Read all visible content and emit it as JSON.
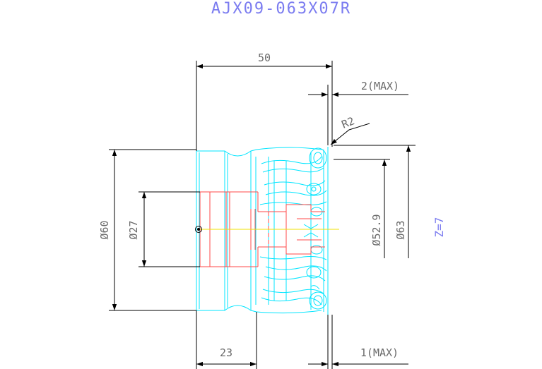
{
  "title": "AJX09-063X07R",
  "dimensions": {
    "overall_length": "50",
    "insert_protrusion": "2(MAX)",
    "corner_radius": "R2",
    "body_diameter": "Ø60",
    "bore_diameter": "Ø27",
    "inner_cutting_diameter": "Ø52.9",
    "cutting_diameter": "Ø63",
    "bore_depth": "23",
    "face_runout": "1(MAX)"
  },
  "teeth_count": "Z=7",
  "colors": {
    "background": "#ffffff",
    "title": "#7b7cf0",
    "body_outline": "#00e5ff",
    "bore_lines": "#ff4a4a",
    "dimension_lines": "#000000",
    "dimension_text": "#6a6a6a",
    "centerline": "#f2e200"
  }
}
